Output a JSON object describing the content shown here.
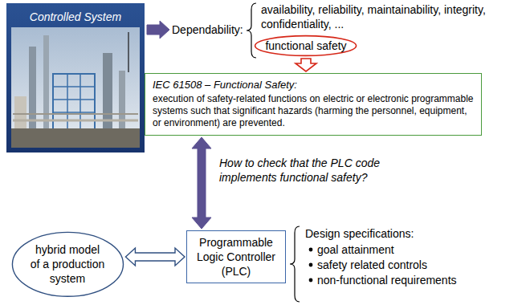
{
  "diagram": {
    "nodes": [
      {
        "text": [
          "Controlled System"
        ]
      },
      {
        "text": [
          "Dependability:"
        ]
      },
      {
        "text": [
          "functional safety"
        ]
      },
      {
        "text": [
          "IEC 61508 – Functional Safety:",
          "execution of safety-related functions on electric or electronic programmable systems such that significant hazards (harming the personnel, equipment, or environment) are prevented."
        ]
      },
      {
        "text": [
          "Programmable Logic Controller (PLC)"
        ]
      },
      {
        "text": [
          "hybrid model of a production system"
        ]
      }
    ],
    "edges": [
      {
        "from": 0,
        "to": 1,
        "arrow": "to"
      },
      {
        "from": 2,
        "to": 3,
        "arrow": "to"
      },
      {
        "from": 3,
        "to": 4,
        "arrow": "both",
        "label": "How to check that the PLC code implements functional safety?"
      },
      {
        "from": 5,
        "to": 4,
        "arrow": "both"
      }
    ],
    "labels": [
      "availability, reliability, maintainability, integrity, confidentiality, ...",
      "Design specifications:",
      "goal attainment",
      "safety related controls",
      "non-functional requirements"
    ]
  }
}
